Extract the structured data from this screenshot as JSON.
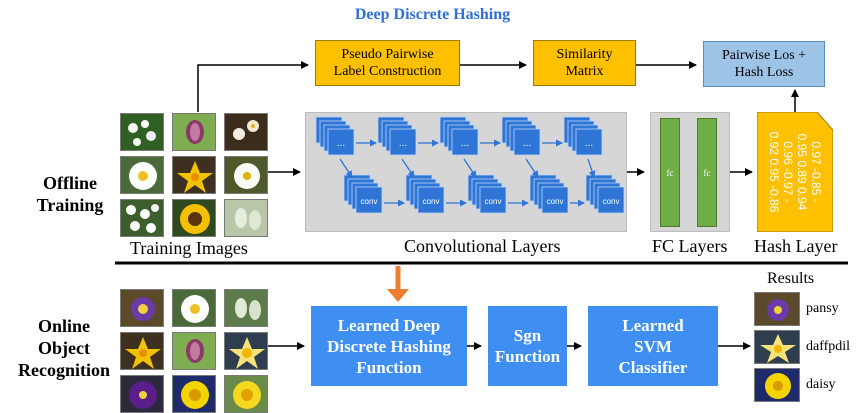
{
  "title": "Deep Discrete Hashing",
  "top_pipeline": {
    "pseudo_label": "Pseudo Pairwise\nLabel Construction",
    "similarity": "Similarity\nMatrix",
    "loss": "Pairwise Los +\nHash Loss"
  },
  "offline": {
    "label": "Offline\nTraining",
    "training_caption": "Training Images",
    "conv_caption": "Convolutional Layers",
    "fc_caption": "FC Layers",
    "hash_caption": "Hash Layer",
    "conv_label": "conv",
    "ellipsis_label": "...",
    "fc_label": "fc",
    "hash_lines": [
      "0.97 -0.85 -",
      "0.95 0.89 0.94",
      "0.96 -0.97 -",
      "0.92 0.95 -0.86"
    ]
  },
  "online": {
    "label": "Online\nObject\nRecognition",
    "learned_hashing": "Learned Deep\nDiscrete Hashing\nFunction",
    "sgn": "Sgn\nFunction",
    "svm": "Learned\nSVM\nClassifier",
    "results_title": "Results",
    "results": [
      "pansy",
      "daffpdil",
      "daisy"
    ]
  },
  "colors": {
    "orange_box": "#ffc000",
    "light_blue_box": "#9dc3e6",
    "blue_box": "#3f8ef2",
    "title_blue": "#2f6fd6",
    "fc_green": "#70ad47",
    "feedback_arrow": "#ed7d31"
  },
  "icons": {
    "training_images": [
      "snowdrop-flowers",
      "fritillary-flower",
      "white-flowers",
      "daisy-flower",
      "daffodil-flower",
      "anemone-flower",
      "white-flower-cluster",
      "sunflower",
      "green-bells-flower"
    ],
    "test_images": [
      "pansy-flower",
      "daisy-flower",
      "green-bells-flower",
      "daffodil-flower",
      "fritillary-flower",
      "daffodil-flower",
      "purple-pansy-flower",
      "yellow-daisy-flower",
      "yellow-daisy-flower"
    ],
    "result_images": [
      "pansy-flower",
      "daffodil-flower",
      "yellow-daisy-flower"
    ]
  }
}
